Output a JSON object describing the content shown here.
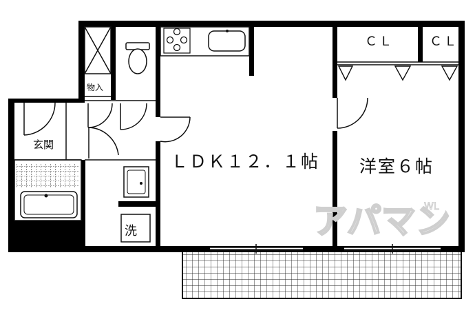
{
  "rooms": {
    "ldk": "ＬＤＫ１２．１帖",
    "western": "洋室６帖",
    "entrance": "玄関",
    "storage": "物入",
    "closet_1": "ＣＬ",
    "closet_2": "ＣＬ",
    "washer": "洗"
  },
  "watermark": {
    "brand": "アパマン",
    "mark": "WL"
  },
  "colors": {
    "wall": "#000000",
    "line": "#111111",
    "watermark": "#cfcfcf"
  }
}
